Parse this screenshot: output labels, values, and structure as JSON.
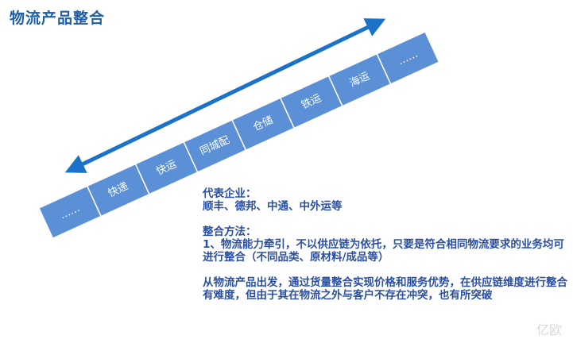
{
  "title": "物流产品整合",
  "segments": [
    "……",
    "快递",
    "快运",
    "同城配",
    "仓储",
    "铁运",
    "海运",
    "……"
  ],
  "colors": {
    "segment_fill": "#5b8fd6",
    "segment_stroke": "#ffffff",
    "arrow": "#1a73c9",
    "title": "#1f5fa8",
    "text": "#2a4fa0"
  },
  "text": {
    "enterprises_label": "代表企业：",
    "enterprises": "顺丰、德邦、中通、中外运等",
    "method_label": "整合方法：",
    "method_body": "1、物流能力牵引，不以供应链为依托，只要是符合相同物流要求的业务均可进行整合（不同品类、原材料/成品等）",
    "conclusion": "从物流产品出发，通过货量整合实现价格和服务优势，在供应链维度进行整合有难度，但由于其在物流之外与客户不存在冲突，也有所突破"
  },
  "watermark": "亿欧"
}
